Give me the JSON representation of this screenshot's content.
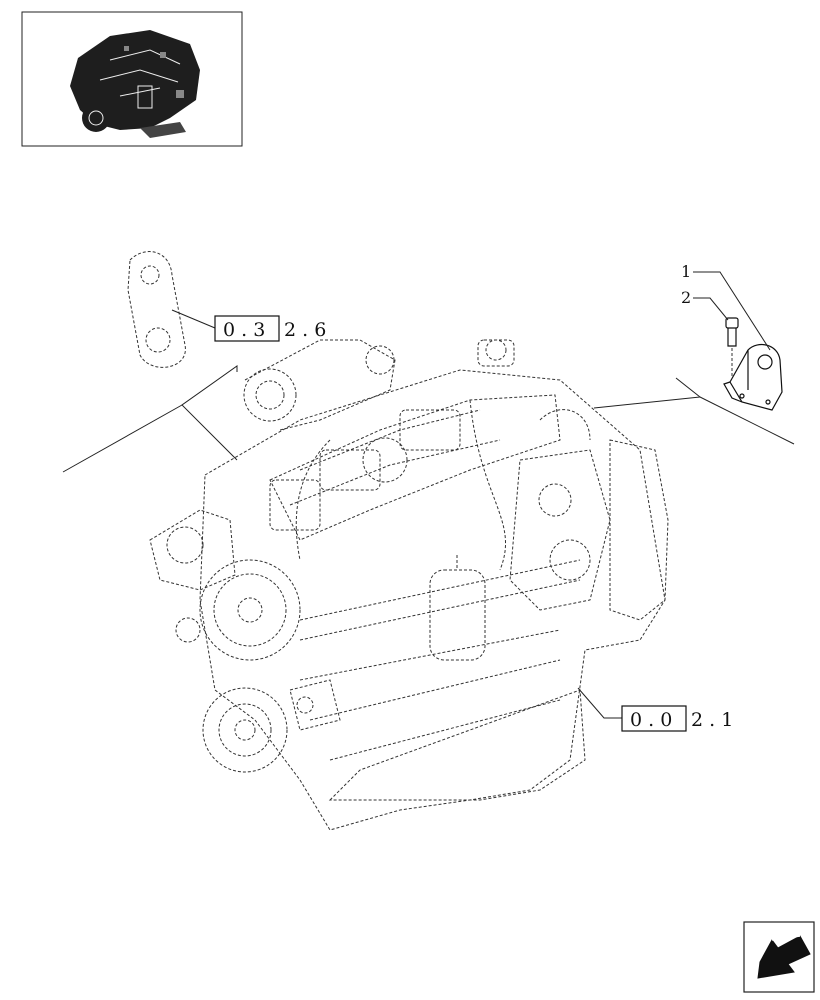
{
  "references": [
    {
      "boxed": "0 . 3",
      "suffix": "2 . 6"
    },
    {
      "boxed": "0 . 0",
      "suffix": "2 . 1"
    }
  ],
  "callouts": [
    "1",
    "2"
  ],
  "icons": {
    "thumbnail": "engine-thumbnail-icon",
    "nav": "next-page-arrow-icon"
  }
}
